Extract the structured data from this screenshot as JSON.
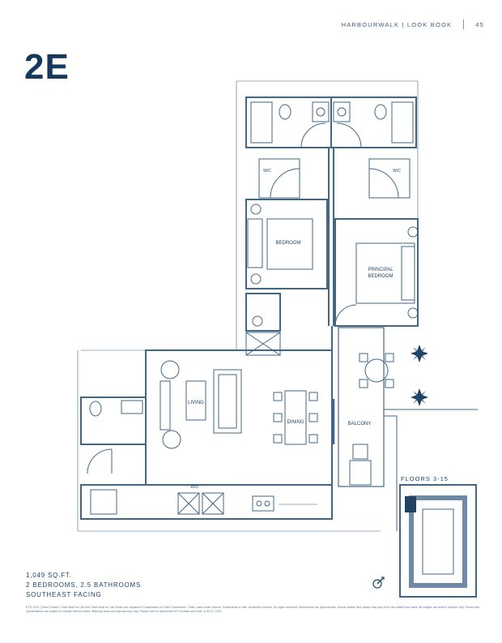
{
  "header": {
    "book_title": "HARBOURWALK | LOOK BOOK",
    "page_number": "45"
  },
  "unit_name": "2E",
  "rooms": {
    "bedroom": "BEDROOM",
    "principal_line1": "PRINCIPAL",
    "principal_line2": "BEDROOM",
    "living": "LIVING",
    "dining": "DINING",
    "balcony": "BALCONY",
    "wic_left": "W/C",
    "wic_right": "W/C",
    "wd": "W/D"
  },
  "floors_label": "FLOORS 3-15",
  "info": {
    "area": "1,049 SQ.FT.",
    "rooms": "2 BEDROOMS, 2.5 BATHROOMS",
    "facing": "SOUTHEAST FACING"
  },
  "legal": "ETH 2021 (Tridel Trusted, Tridel Built for Life and Tridel Built for Life Better are registered Trademarks of Tridel Corporation. Tridel, used under licence Trademarks of their respective owners. All rights reserved. Dimensions are approximate. Actual usable floor space may vary from the stated floor area. All images are artist's concept only. Prices and specifications are subject to change without notice. Balcony sizes and layouts may vary. Please refer to Agreement of Purchase and Sale. E.&O.E. 2022.",
  "colors": {
    "ink": "#1f4466",
    "heading": "#15395d",
    "plan_line": "#3f6789"
  },
  "icons": {
    "compass": "north-arrow-icon",
    "plant": "plant-icon"
  }
}
